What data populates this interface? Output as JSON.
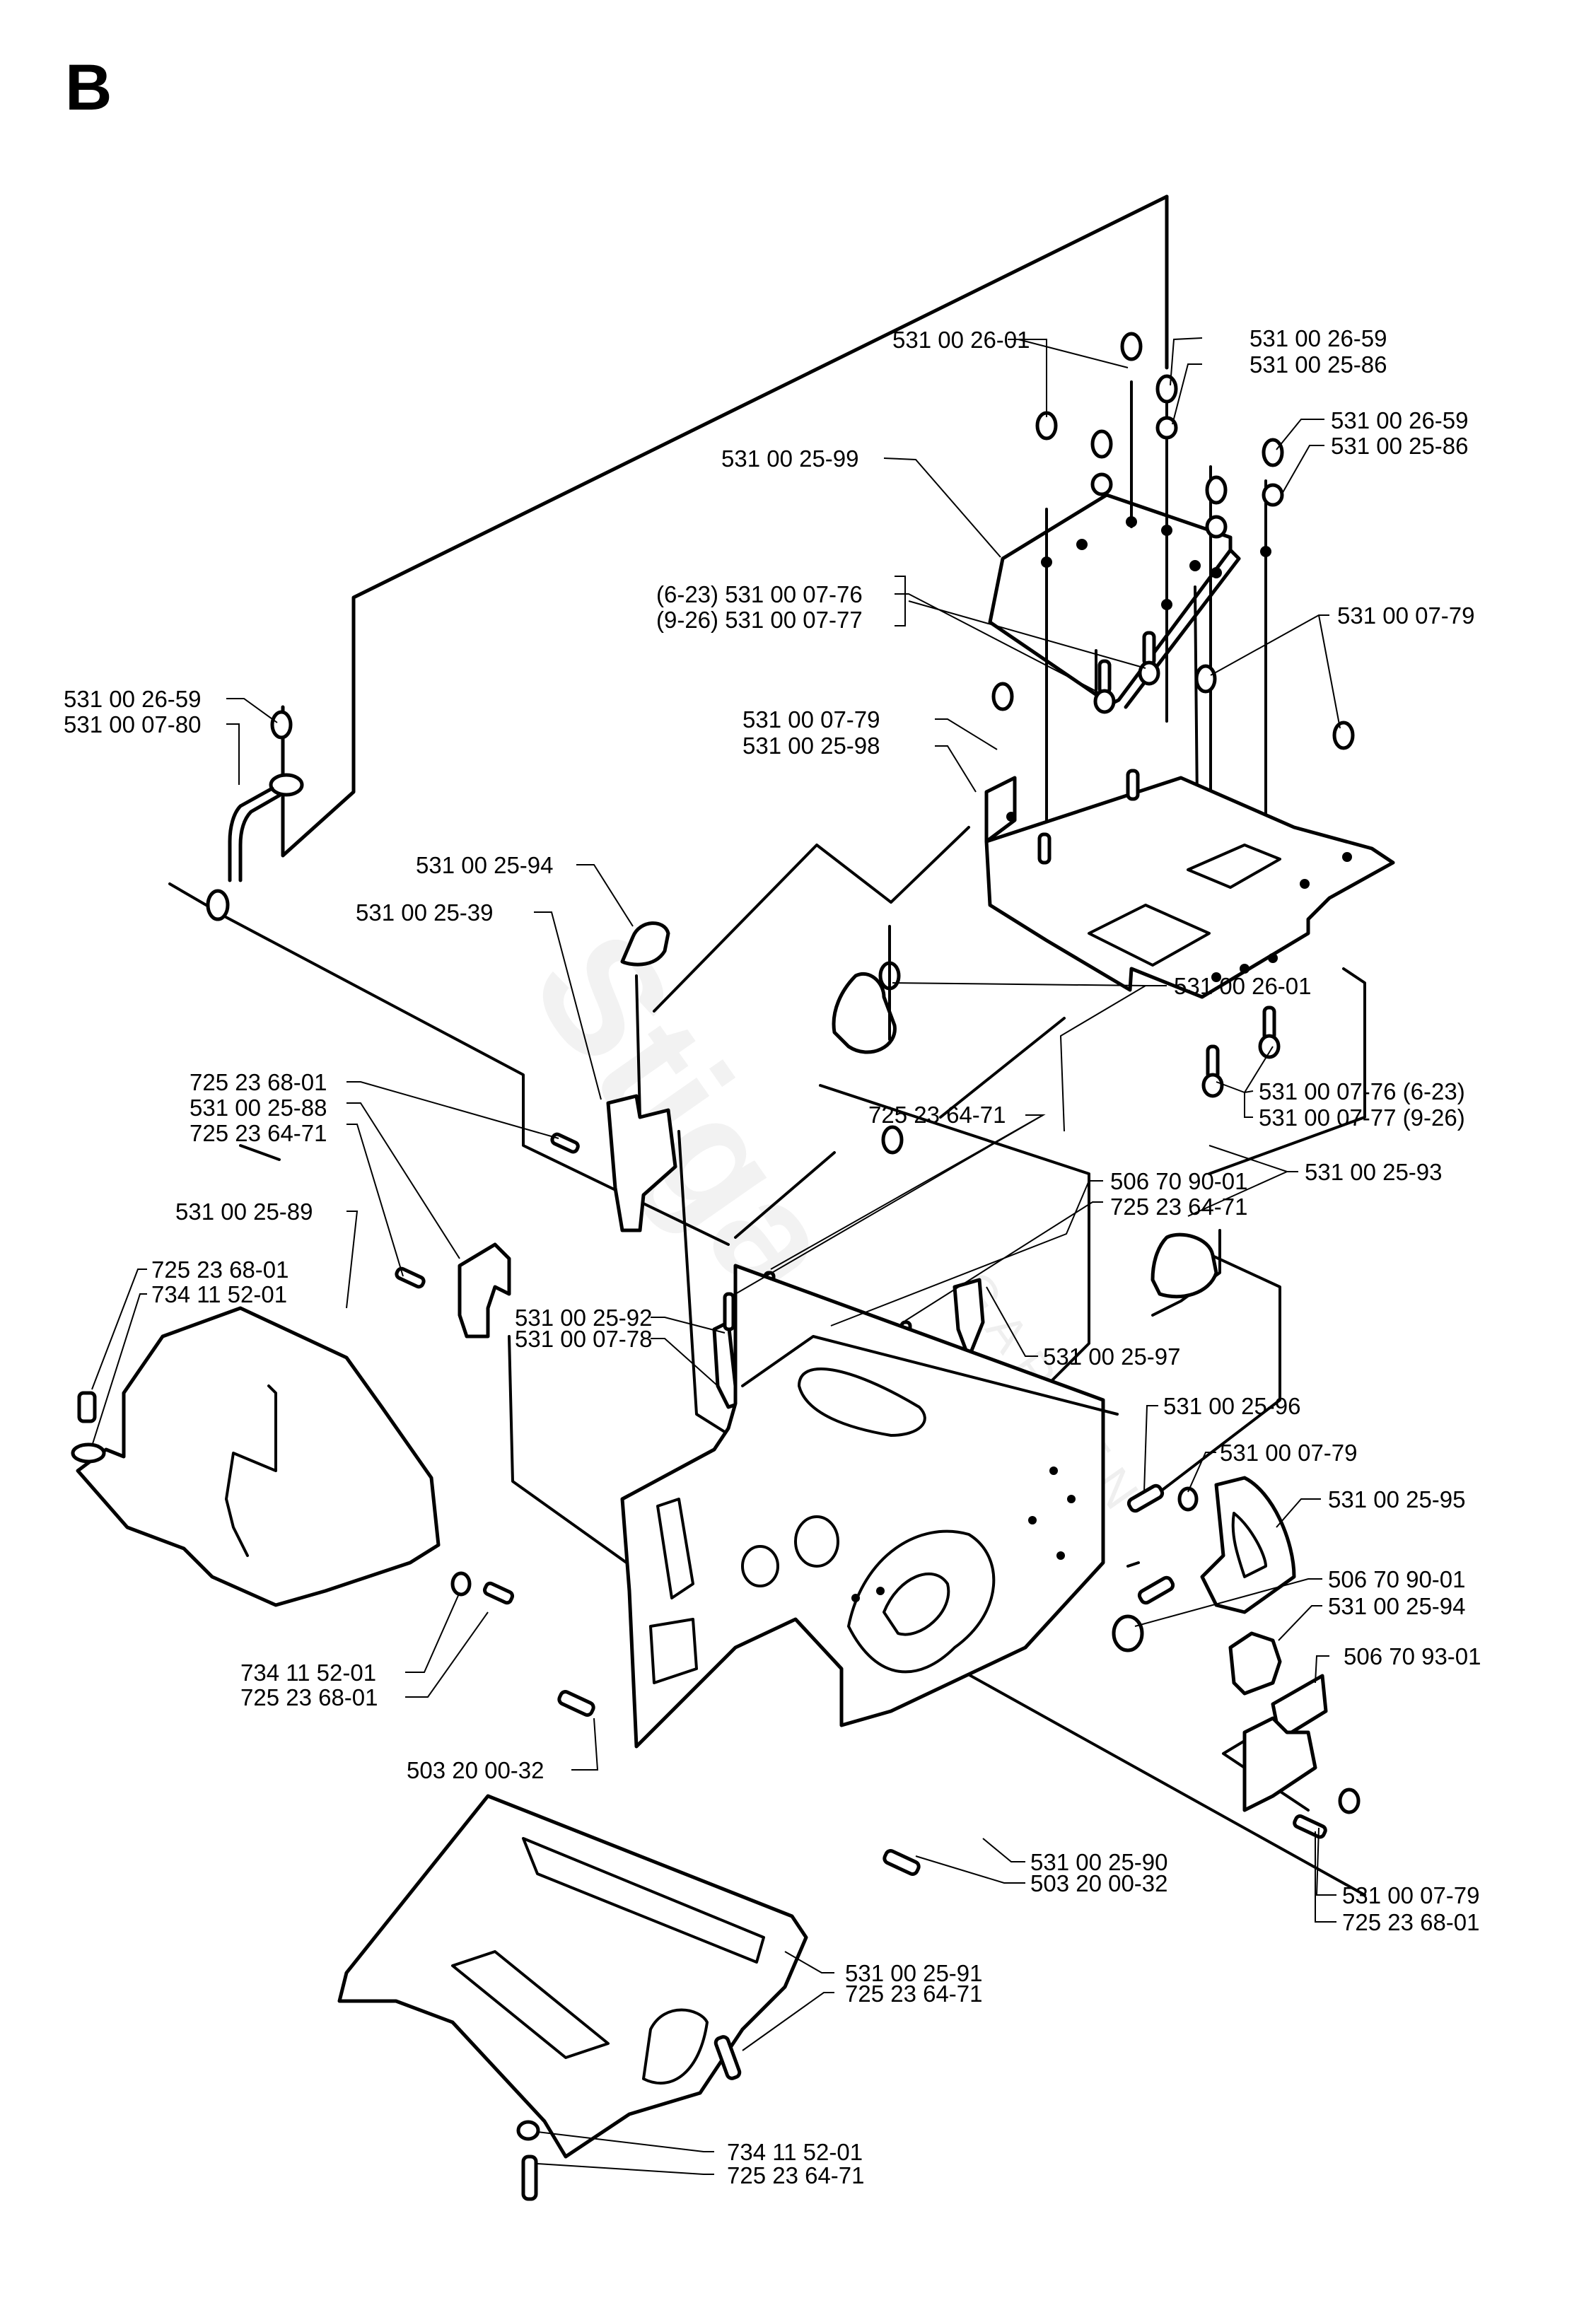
{
  "page": {
    "section_letter": "B",
    "watermark": {
      "brand": "Stiga",
      "sub": "GARDEN"
    }
  },
  "labels": {
    "top_nut_a": "531 00 26-01",
    "top_nut_b": "531 00 26-59",
    "top_washer_b": "531 00 25-86",
    "top_nut_c": "531 00 26-59",
    "top_washer_c": "531 00 25-86",
    "top_plate": "531 00 25-99",
    "bolt_set_a1": "(6-23) 531 00 07-76",
    "bolt_set_a2": "(9-26) 531 00 07-77",
    "nut_right_upper": "531 00 07-79",
    "nut_left_upper": "531 00 07-79",
    "bracket_left_upper": "531 00 25-98",
    "rod_nut": "531 00 26-59",
    "rod": "531 00 07-80",
    "clip_upper": "531 00 25-94",
    "bracket_left_mid": "531 00 25-39",
    "nut_mid": "531 00 26-01",
    "bolt_set_b1": "531 00 07-76 (6-23)",
    "bolt_set_b2": "531 00 07-77 (9-26)",
    "screw_left_a": "725 23 68-01",
    "bracket_left_b": "531 00 25-88",
    "screw_left_b": "725 23 64-71",
    "screw_mid_pair": "725 23 64-71",
    "mount_right": "531 00 25-93",
    "plug_a": "506 70 90-01",
    "screw_mid_b": "725 23 64-71",
    "cover_left": "531 00 25-89",
    "cover_screw": "725 23 68-01",
    "cover_washer": "734 11 52-01",
    "plate_mid_a": "531 00 25-92",
    "plate_mid_b": "531 00 07-78",
    "tab_bracket": "531 00 25-97",
    "bolt_right": "531 00 25-96",
    "nut_right_mid": "531 00 07-79",
    "gasket_right": "531 00 25-95",
    "plug_b": "506 70 90-01",
    "clip_lower": "531 00 25-94",
    "bracket_right_low": "506 70 93-01",
    "washer_low_left": "734 11 52-01",
    "screw_low_left": "725 23 68-01",
    "bolt_housing_left": "503 20 00-32",
    "housing": "531 00 25-90",
    "bolt_housing_right": "503 20 00-32",
    "nut_right_low": "531 00 07-79",
    "screw_right_low": "725 23 68-01",
    "bottom_plate": "531 00 25-91",
    "bottom_screw": "725 23 64-71",
    "bottom_washer": "734 11 52-01",
    "bottom_bolt": "725 23 64-71"
  }
}
